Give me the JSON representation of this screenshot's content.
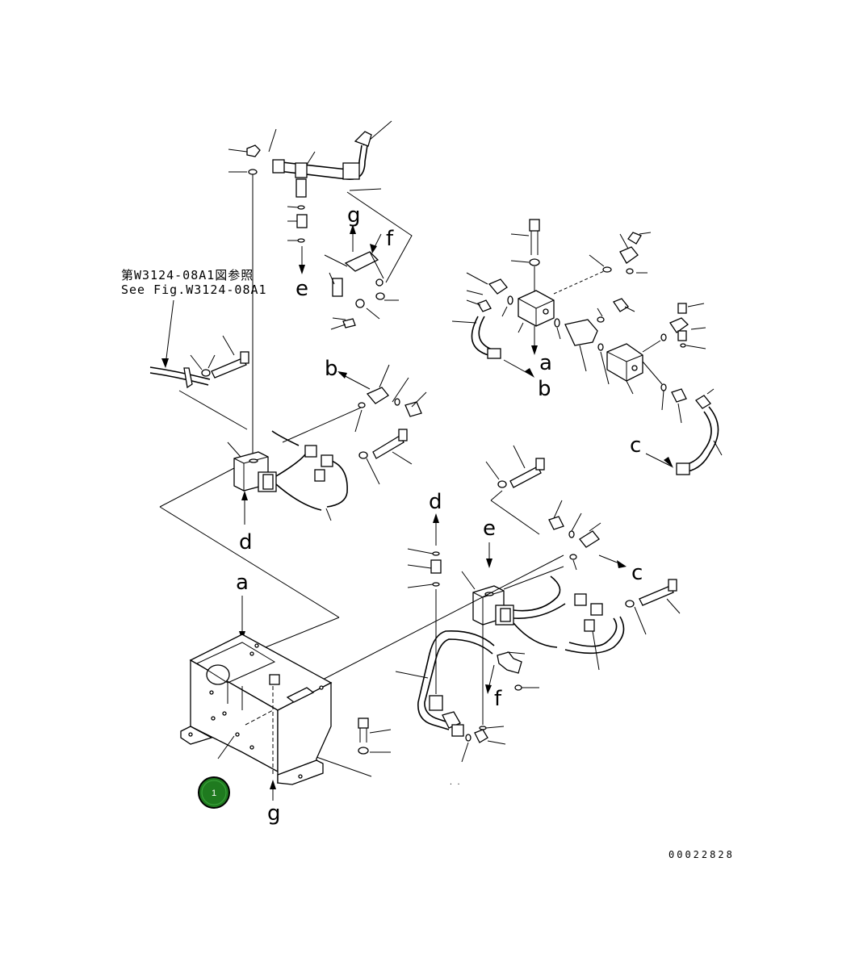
{
  "reference_note": {
    "line_jp": "第W3124-08A1図参照",
    "line_en": "See Fig.W3124-08A1"
  },
  "connector_letters": {
    "a_top": "a",
    "a_left": "a",
    "b_left": "b",
    "b_right": "b",
    "c_right": "c",
    "c_lower": "c",
    "d_left": "d",
    "d_lower": "d",
    "e_top": "e",
    "e_lower": "e",
    "f_top": "f",
    "f_lower": "f",
    "g_top": "g",
    "g_bottom": "g"
  },
  "callout": {
    "number": "1",
    "color": "#1f7a1f"
  },
  "document_id": "00022828"
}
